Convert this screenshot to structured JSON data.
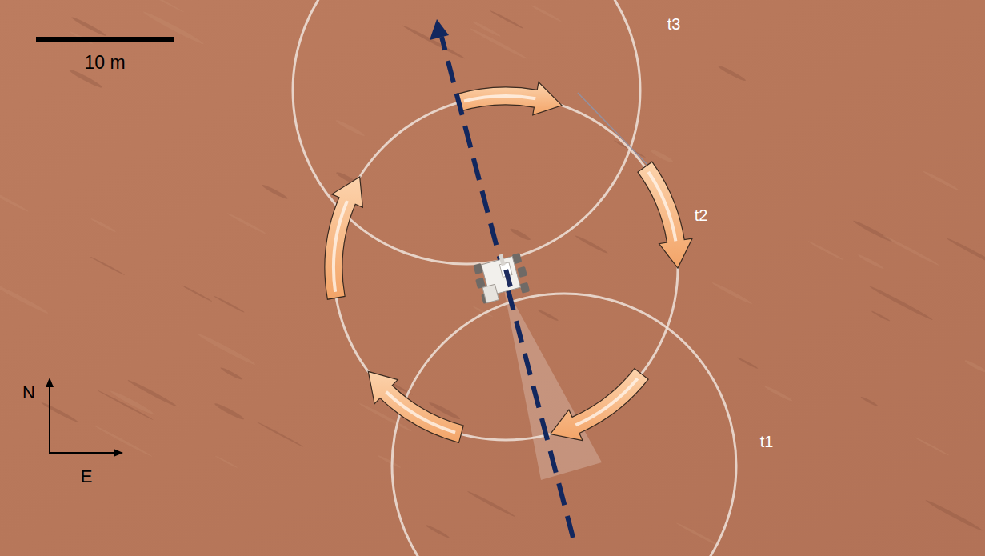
{
  "diagram": {
    "labels": [
      "10 m",
      "t3",
      "t2",
      "t1",
      "N",
      "E"
    ]
  }
}
